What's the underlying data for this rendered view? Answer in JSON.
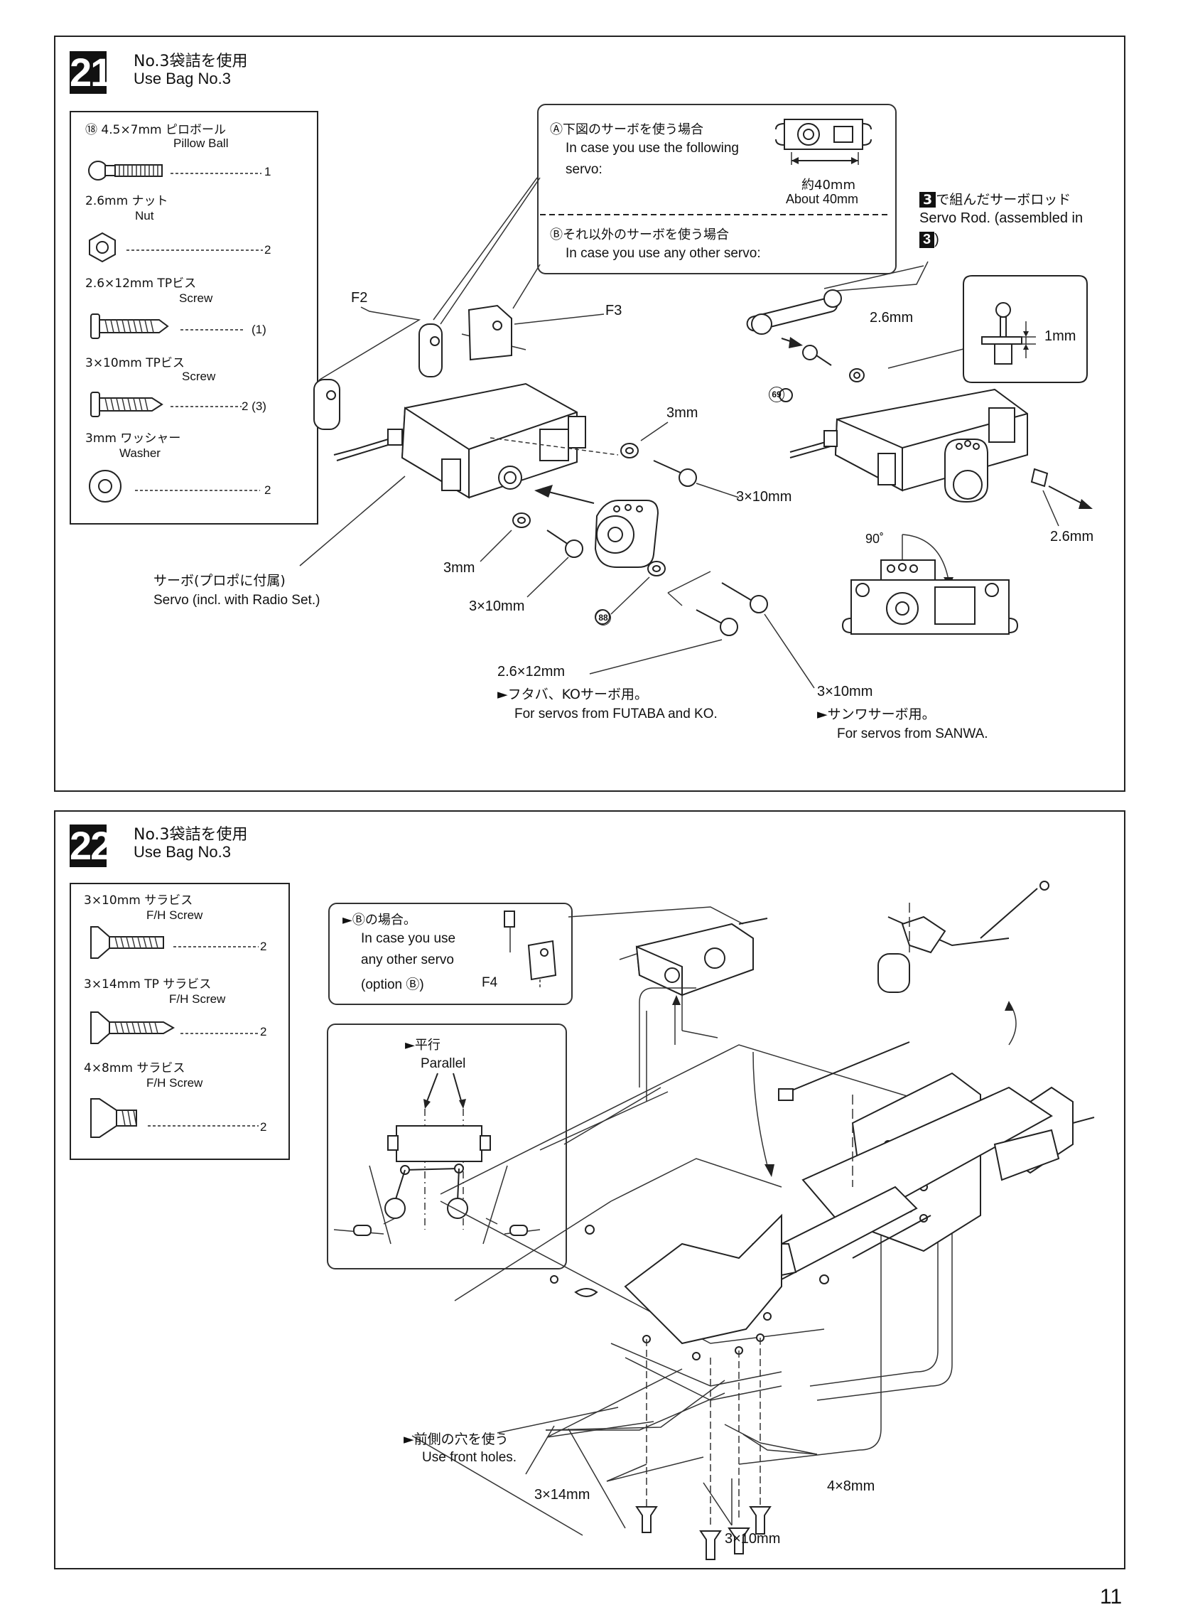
{
  "step21": {
    "number": "21",
    "bag_jp": "No.3袋詰を使用",
    "bag_en": "Use Bag No.3",
    "parts": [
      {
        "label_jp": "⑱ 4.5×7mm ピロボール",
        "label_en": "Pillow Ball",
        "qty": "1"
      },
      {
        "label_jp": "2.6mm ナット",
        "label_en": "Nut",
        "qty": "2"
      },
      {
        "label_jp": "2.6×12mm TPビス",
        "label_en": "Screw",
        "qty": "(1)"
      },
      {
        "label_jp": "3×10mm TPビス",
        "label_en": "Screw",
        "qty": "2 (3)"
      },
      {
        "label_jp": "3mm ワッシャー",
        "label_en": "Washer",
        "qty": "2"
      }
    ],
    "callout": {
      "a_jp": "Ⓐ下図のサーボを使う場合",
      "a_en1": "In case you use the following",
      "a_en2": "servo:",
      "dim_jp": "約40mm",
      "dim_en": "About 40mm",
      "b_jp": "Ⓑそれ以外のサーボを使う場合",
      "b_en": "In case you use any other servo:"
    },
    "servo_rod_jp": "で組んだサーボロッド",
    "servo_rod_en": "Servo Rod. (assembled in",
    "servo_rod_ref": "3",
    "servo_rod_close": ")",
    "labels": {
      "f2": "F2",
      "f3": "F3",
      "mm3_a": "3mm",
      "mm3_b": "3mm",
      "s3x10_a": "3×10mm",
      "s3x10_b": "3×10mm",
      "s3x10_c": "3×10mm",
      "s26x12": "2.6×12mm",
      "nut26_a": "2.6mm",
      "nut26_b": "2.6mm",
      "gap": "1mm",
      "angle": "90˚",
      "ref69": "69",
      "ref88": "88",
      "servo_jp": "サーボ(プロポに付属)",
      "servo_en": "Servo (incl. with Radio Set.)",
      "futaba_jp": "►フタバ、KOサーボ用。",
      "futaba_en": "For servos from FUTABA and KO.",
      "sanwa_jp": "►サンワサーボ用。",
      "sanwa_en": "For servos from SANWA."
    }
  },
  "step22": {
    "number": "22",
    "bag_jp": "No.3袋詰を使用",
    "bag_en": "Use Bag No.3",
    "parts": [
      {
        "label_jp": "3×10mm サラビス",
        "label_en": "F/H Screw",
        "qty": "2"
      },
      {
        "label_jp": "3×14mm TP サラビス",
        "label_en": "F/H Screw",
        "qty": "2"
      },
      {
        "label_jp": "4×8mm サラビス",
        "label_en": "F/H Screw",
        "qty": "2"
      }
    ],
    "callout_b": {
      "title_jp": "►Ⓑの場合。",
      "line1": "In case you use",
      "line2": "any other servo",
      "line3": "(option Ⓑ)",
      "f4": "F4"
    },
    "parallel_jp": "►平行",
    "parallel_en": "Parallel",
    "front_holes_jp": "►前側の穴を使う",
    "front_holes_en": "Use front holes.",
    "s3x14": "3×14mm",
    "s4x8": "4×8mm",
    "s3x10": "3×10mm"
  },
  "page_number": "11"
}
